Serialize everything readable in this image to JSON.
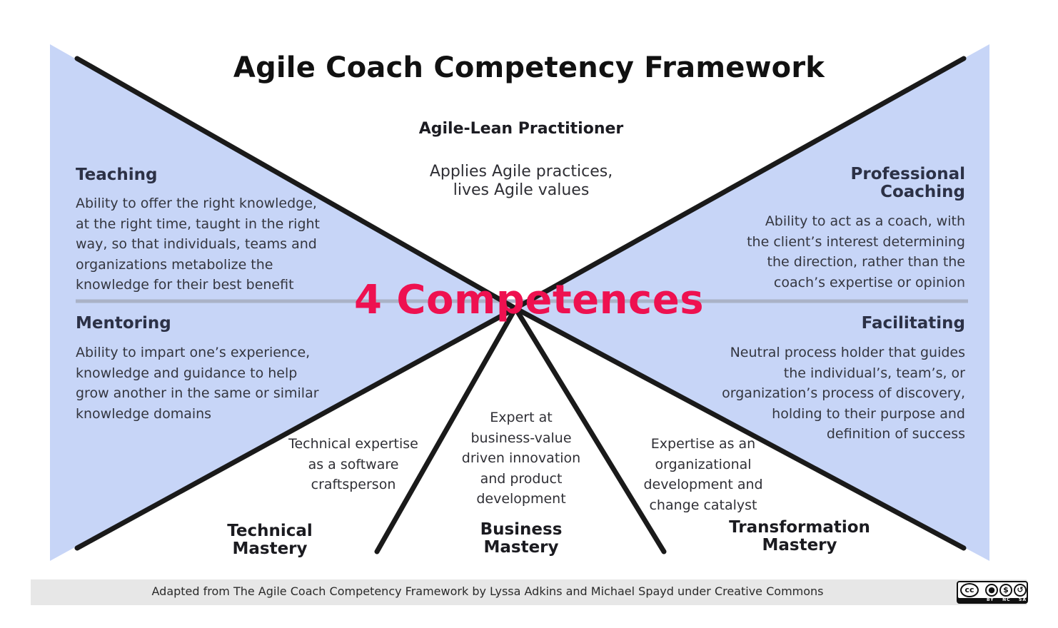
{
  "title": "Agile Coach Competency Framework",
  "overlay_text": "4 Competences",
  "colors": {
    "fill": "#c7d5f7",
    "line": "#1a1a1a",
    "divider": "#aab2c6",
    "overlay": "#ee1150",
    "footer_bar": "#e7e7e7"
  },
  "center": {
    "heading": "Agile-Lean Practitioner",
    "description": [
      "Applies Agile practices,",
      "lives Agile values"
    ]
  },
  "left": {
    "teaching": {
      "heading": "Teaching",
      "description": [
        "Ability to offer the right knowledge,",
        "at the right time, taught in the right",
        "way, so that individuals, teams and",
        "organizations metabolize the",
        "knowledge for their best benefit"
      ]
    },
    "mentoring": {
      "heading": "Mentoring",
      "description": [
        "Ability to impart one’s experience,",
        "knowledge and guidance to help",
        "grow another in the same or similar",
        "knowledge domains"
      ]
    }
  },
  "right": {
    "coaching": {
      "heading": [
        "Professional",
        "Coaching"
      ],
      "description": [
        "Ability to act as a coach, with",
        "the client’s interest determining",
        "the direction, rather than the",
        "coach’s expertise or opinion"
      ]
    },
    "facilitating": {
      "heading": "Facilitating",
      "description": [
        "Neutral process holder that guides",
        "the individual’s, team’s, or",
        "organization’s process of discovery,",
        "holding to their purpose and",
        "definition of success"
      ]
    }
  },
  "bottom": {
    "technical": {
      "description": [
        "Technical expertise",
        "as a software",
        "craftsperson"
      ],
      "label": [
        "Technical",
        "Mastery"
      ]
    },
    "business": {
      "description": [
        "Expert at",
        "business-value",
        "driven innovation",
        "and product",
        "development"
      ],
      "label": [
        "Business",
        "Mastery"
      ]
    },
    "transformation": {
      "description": [
        "Expertise as an",
        "organizational",
        "development and",
        "change catalyst"
      ],
      "label": [
        "Transformation",
        "Mastery"
      ]
    }
  },
  "footer": {
    "attribution": "Adapted from The Agile Coach Competency Framework by Lyssa Adkins and Michael Spayd under Creative Commons",
    "license_badge": {
      "main": "cc",
      "icons": [
        "by-icon",
        "nc-icon",
        "sa-icon"
      ],
      "labels": [
        "BY",
        "NC",
        "SA"
      ]
    }
  }
}
